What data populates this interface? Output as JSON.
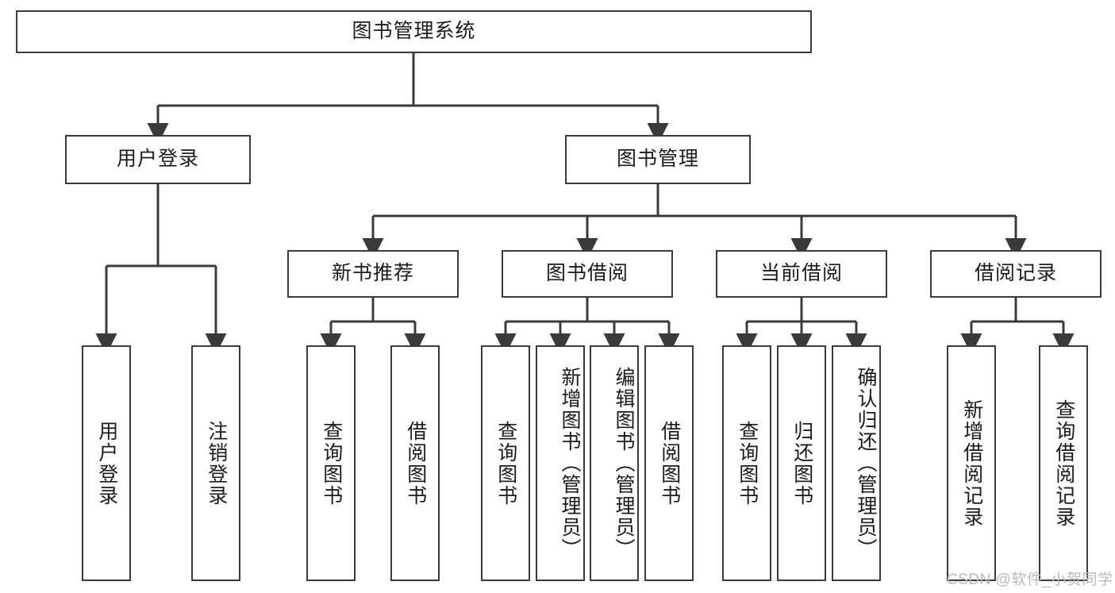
{
  "diagram": {
    "type": "tree",
    "title": "图书管理系统",
    "orientation": "top-down",
    "colors": {
      "box_border": "#3a3a3a",
      "box_fill": "#ffffff",
      "connector": "#3a3a3a",
      "text": "#1b1b1b",
      "watermark": "#b9b9b9"
    },
    "nodes": {
      "root": {
        "label": "图书管理系统",
        "level": 1,
        "text_orientation": "horizontal"
      },
      "level2": [
        {
          "id": "user-login",
          "label": "用户登录",
          "text_orientation": "horizontal"
        },
        {
          "id": "book-management",
          "label": "图书管理",
          "text_orientation": "horizontal"
        }
      ],
      "level3": [
        {
          "id": "new-book-recommend",
          "label": "新书推荐",
          "text_orientation": "horizontal"
        },
        {
          "id": "book-borrow",
          "label": "图书借阅",
          "text_orientation": "horizontal"
        },
        {
          "id": "current-borrow",
          "label": "当前借阅",
          "text_orientation": "horizontal"
        },
        {
          "id": "borrow-record",
          "label": "借阅记录",
          "text_orientation": "horizontal"
        }
      ],
      "leaves": [
        {
          "id": "leaf-user-login",
          "parent": "user-login",
          "label": "用户登录",
          "text_orientation": "vertical"
        },
        {
          "id": "leaf-user-logout",
          "parent": "user-login",
          "label": "注销登录",
          "text_orientation": "vertical"
        },
        {
          "id": "leaf-query-book-1",
          "parent": "new-book-recommend",
          "label": "查询图书",
          "text_orientation": "vertical"
        },
        {
          "id": "leaf-borrow-book-1",
          "parent": "new-book-recommend",
          "label": "借阅图书",
          "text_orientation": "vertical"
        },
        {
          "id": "leaf-query-book-2",
          "parent": "book-borrow",
          "label": "查询图书",
          "text_orientation": "vertical"
        },
        {
          "id": "leaf-add-book",
          "parent": "book-borrow",
          "label": "新增图书（管理员）",
          "text_orientation": "vertical"
        },
        {
          "id": "leaf-edit-book",
          "parent": "book-borrow",
          "label": "编辑图书（管理员）",
          "text_orientation": "vertical"
        },
        {
          "id": "leaf-borrow-book-2",
          "parent": "book-borrow",
          "label": "借阅图书",
          "text_orientation": "vertical"
        },
        {
          "id": "leaf-query-book-3",
          "parent": "current-borrow",
          "label": "查询图书",
          "text_orientation": "vertical"
        },
        {
          "id": "leaf-return-book",
          "parent": "current-borrow",
          "label": "归还图书",
          "text_orientation": "vertical"
        },
        {
          "id": "leaf-confirm-return",
          "parent": "current-borrow",
          "label": "确认归还（管理员）",
          "text_orientation": "vertical"
        },
        {
          "id": "leaf-add-record",
          "parent": "borrow-record",
          "label": "新增借阅记录",
          "text_orientation": "vertical"
        },
        {
          "id": "leaf-query-record",
          "parent": "borrow-record",
          "label": "查询借阅记录",
          "text_orientation": "vertical"
        }
      ]
    },
    "watermark": "CSDN @软件_小贺同学"
  }
}
